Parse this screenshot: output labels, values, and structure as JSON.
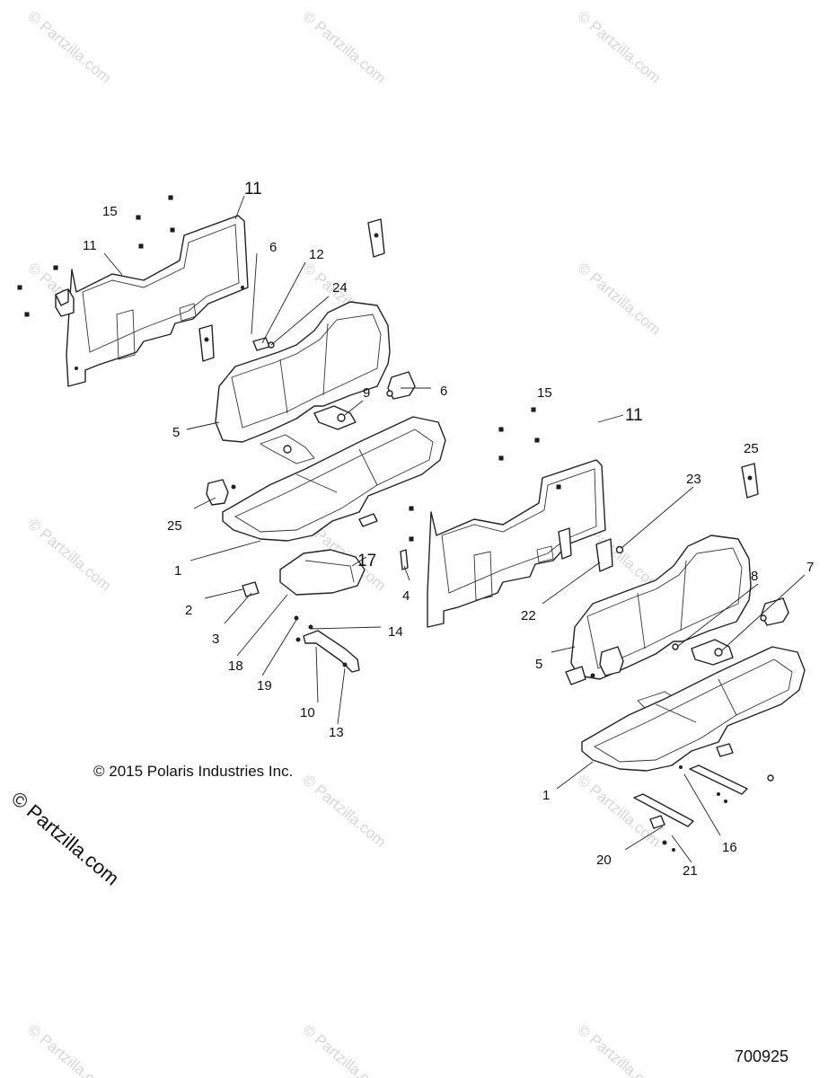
{
  "diagram": {
    "copyright": "© 2015 Polaris Industries Inc.",
    "diagram_number": "700925",
    "watermark": "© Partzilla.com",
    "callouts": {
      "c11a": "11",
      "c15a": "15",
      "c11b": "11",
      "c6a": "6",
      "c12": "12",
      "c24": "24",
      "c5a": "5",
      "c9": "9",
      "c6b": "6",
      "c25a": "25",
      "c1a": "1",
      "c17": "17",
      "c4": "4",
      "c2": "2",
      "c3": "3",
      "c18": "18",
      "c14": "14",
      "c19": "19",
      "c10": "10",
      "c13": "13",
      "c15b": "15",
      "c11c": "11",
      "c25b": "25",
      "c23": "23",
      "c8": "8",
      "c7": "7",
      "c22": "22",
      "c5b": "5",
      "c1b": "1",
      "c16": "16",
      "c20": "20",
      "c21": "21"
    }
  }
}
